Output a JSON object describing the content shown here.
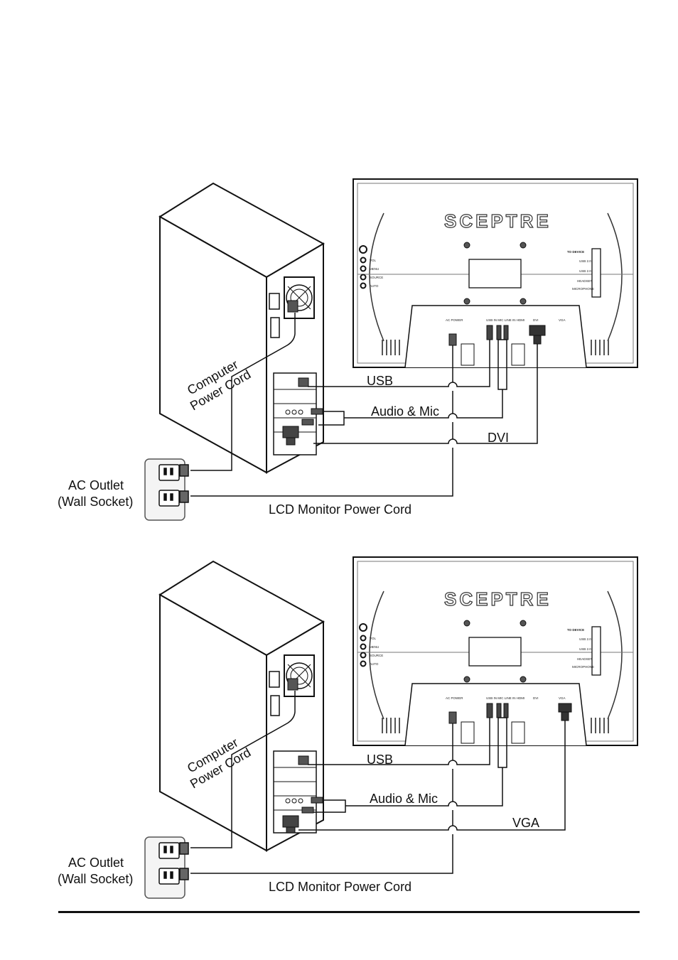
{
  "diagrams": [
    {
      "name": "dvi-connection",
      "brand": "SCEPTRE",
      "labels": {
        "computer_power_cord_1": "Computer",
        "computer_power_cord_2": "Power Cord",
        "usb": "USB",
        "audio_mic": "Audio & Mic",
        "video": "DVI",
        "ac_outlet_1": "AC Outlet",
        "ac_outlet_2": "(Wall Socket)",
        "lcd_power_cord": "LCD Monitor Power Cord"
      },
      "buttons": [
        "VOL",
        "MENU",
        "SOURCE",
        "AUTO"
      ],
      "side_ports": [
        "TO DEVICE",
        "USB 2.0",
        "USB 2.0",
        "HEADSET",
        "MICROPHONE"
      ],
      "rear_ports": [
        "AC POWER",
        "USB IN   MIC   LINE IN   HDMI",
        "DVI",
        "VGA"
      ]
    },
    {
      "name": "vga-connection",
      "brand": "SCEPTRE",
      "labels": {
        "computer_power_cord_1": "Computer",
        "computer_power_cord_2": "Power Cord",
        "usb": "USB",
        "audio_mic": "Audio & Mic",
        "video": "VGA",
        "ac_outlet_1": "AC Outlet",
        "ac_outlet_2": "(Wall Socket)",
        "lcd_power_cord": "LCD Monitor Power Cord"
      },
      "buttons": [
        "VOL",
        "MENU",
        "SOURCE",
        "AUTO"
      ],
      "side_ports": [
        "TO DEVICE",
        "USB 2.0",
        "USB 2.0",
        "HEADSET",
        "MICROPHONE"
      ],
      "rear_ports": [
        "AC POWER",
        "USB IN   MIC   LINE IN   HDMI",
        "DVI",
        "VGA"
      ]
    }
  ]
}
